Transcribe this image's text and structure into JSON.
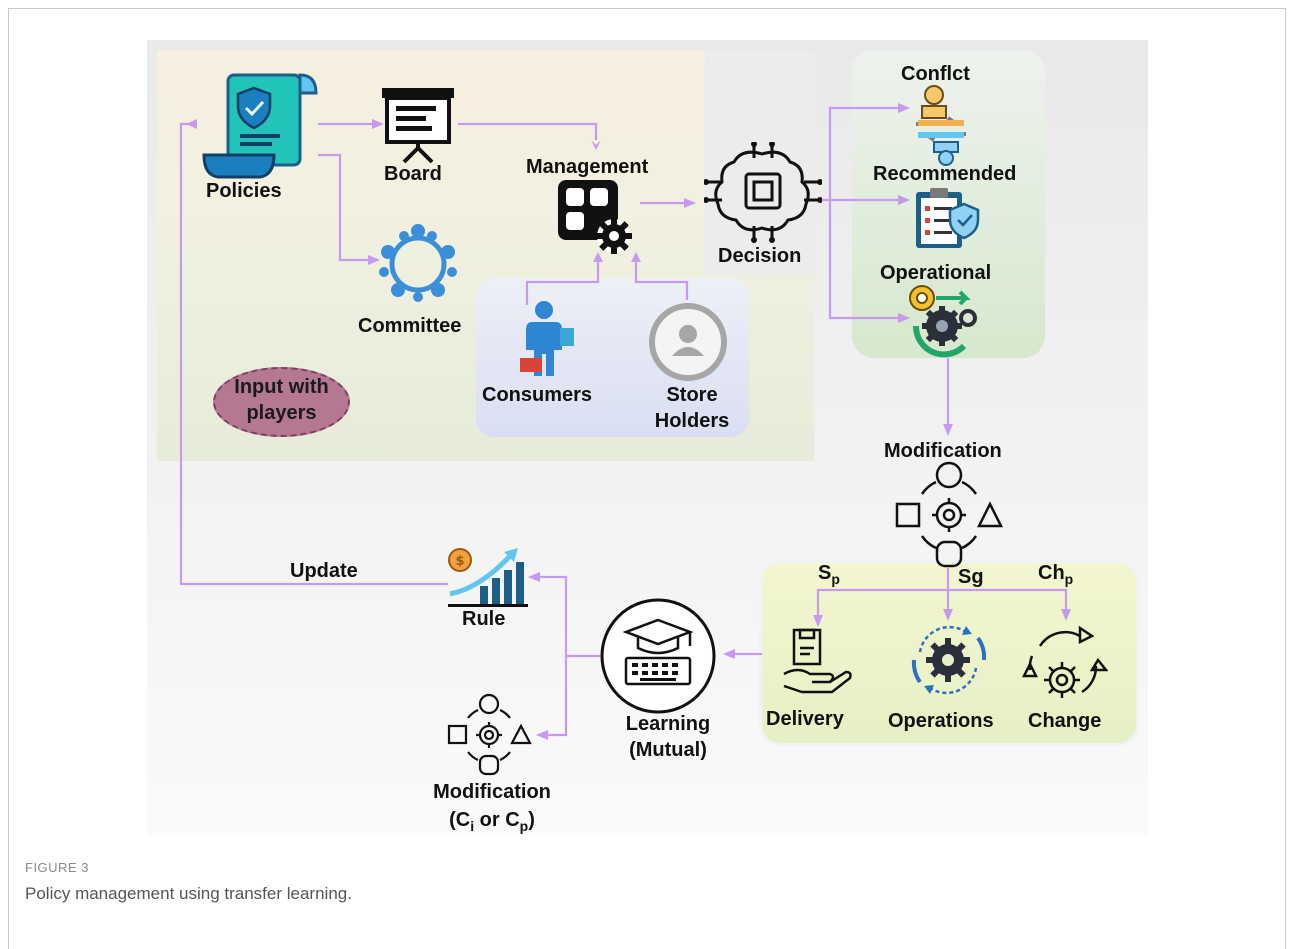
{
  "figure": {
    "label": "FIGURE 3",
    "caption": "Policy management using transfer learning."
  },
  "nodes": {
    "policies": "Policies",
    "board": "Board",
    "committee": "Committee",
    "management": "Management",
    "consumers": "Consumers",
    "store_holders_1": "Store",
    "store_holders_2": "Holders",
    "input_with_players_1": "Input with",
    "input_with_players_2": "players",
    "decision": "Decision",
    "conflict": "Conflct",
    "recommended": "Recommended",
    "operational": "Operational",
    "modification_top": "Modification",
    "sp_main": "S",
    "sp_sub": "p",
    "sg": "Sg",
    "chp_main": "Ch",
    "chp_sub": "p",
    "delivery": "Delivery",
    "operations": "Operations",
    "change": "Change",
    "learning_1": "Learning",
    "learning_2": "(Mutual)",
    "rule": "Rule",
    "update": "Update",
    "modification_bottom": "Modification",
    "mod_paren_open": "(C",
    "mod_ci_sub": "i",
    "mod_or": " or C",
    "mod_cp_sub": "p",
    "mod_paren_close": ")"
  },
  "colors": {
    "connector": "#c79af0",
    "icon_dark": "#222222",
    "policy_blue": "#1b7fbf",
    "teal": "#21c7c0",
    "committee_blue": "#3a8fd8",
    "gear_blue": "#2d6fc2"
  }
}
